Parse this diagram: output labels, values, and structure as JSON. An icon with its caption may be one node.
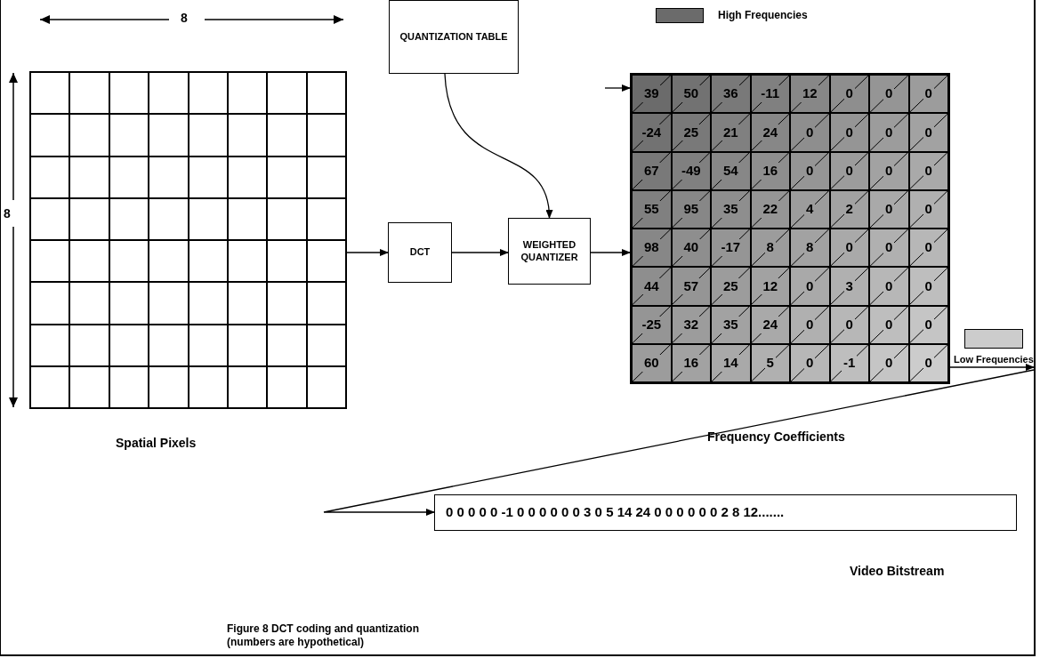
{
  "diagram": {
    "caption": "Figure 8 DCT coding and quantization (numbers are hypothetical)",
    "nodes": [
      {
        "text": [],
        "shape": "box",
        "beside": [
          "Spatial Pixels"
        ]
      },
      {
        "text": [
          "DCT"
        ]
      },
      {
        "text": [
          "WEIGHTED QUANTIZER"
        ]
      },
      {
        "text": [
          "QUANTIZATION TABLE"
        ]
      },
      {
        "text": [],
        "shape": "box",
        "beside": [
          "Frequency Coefficients"
        ]
      },
      {
        "text": [
          "0 0 0 0 0 -1 0 0 0 0 0 0 3 0 5 14 24 0 0 0 0 0 0 2 8 12......."
        ],
        "beside": [
          "Video Bitstream"
        ]
      }
    ],
    "edges": [
      {
        "from": 0,
        "to": 1,
        "arrow": "to"
      },
      {
        "from": 1,
        "to": 2,
        "arrow": "to"
      },
      {
        "from": 3,
        "to": 2,
        "arrow": "to"
      },
      {
        "from": 2,
        "to": 4,
        "arrow": "to"
      },
      {
        "from": null,
        "to": 4,
        "arrow": "to"
      },
      {
        "from": 4,
        "to": null,
        "arrow": "to"
      },
      {
        "from": null,
        "to": 5,
        "arrow": "to"
      }
    ],
    "labels": [
      "8",
      "8",
      "39",
      "50",
      "36",
      "-11",
      "12",
      "0",
      "0",
      "0",
      "-24",
      "25",
      "21",
      "24",
      "0",
      "0",
      "0",
      "0",
      "67",
      "-49",
      "54",
      "16",
      "0",
      "0",
      "0",
      "0",
      "55",
      "95",
      "35",
      "22",
      "4",
      "2",
      "0",
      "0",
      "98",
      "40",
      "-17",
      "8",
      "8",
      "0",
      "0",
      "0",
      "44",
      "57",
      "25",
      "12",
      "0",
      "3",
      "0",
      "0",
      "-25",
      "32",
      "35",
      "24",
      "0",
      "0",
      "0",
      "0",
      "60",
      "16",
      "14",
      "5",
      "0",
      "-1",
      "0",
      "0"
    ],
    "legend": [
      {
        "text": "High Frequencies",
        "color": "#6b6b6b"
      },
      {
        "text": "Low Frequencies",
        "color": "#cccccc"
      }
    ]
  }
}
